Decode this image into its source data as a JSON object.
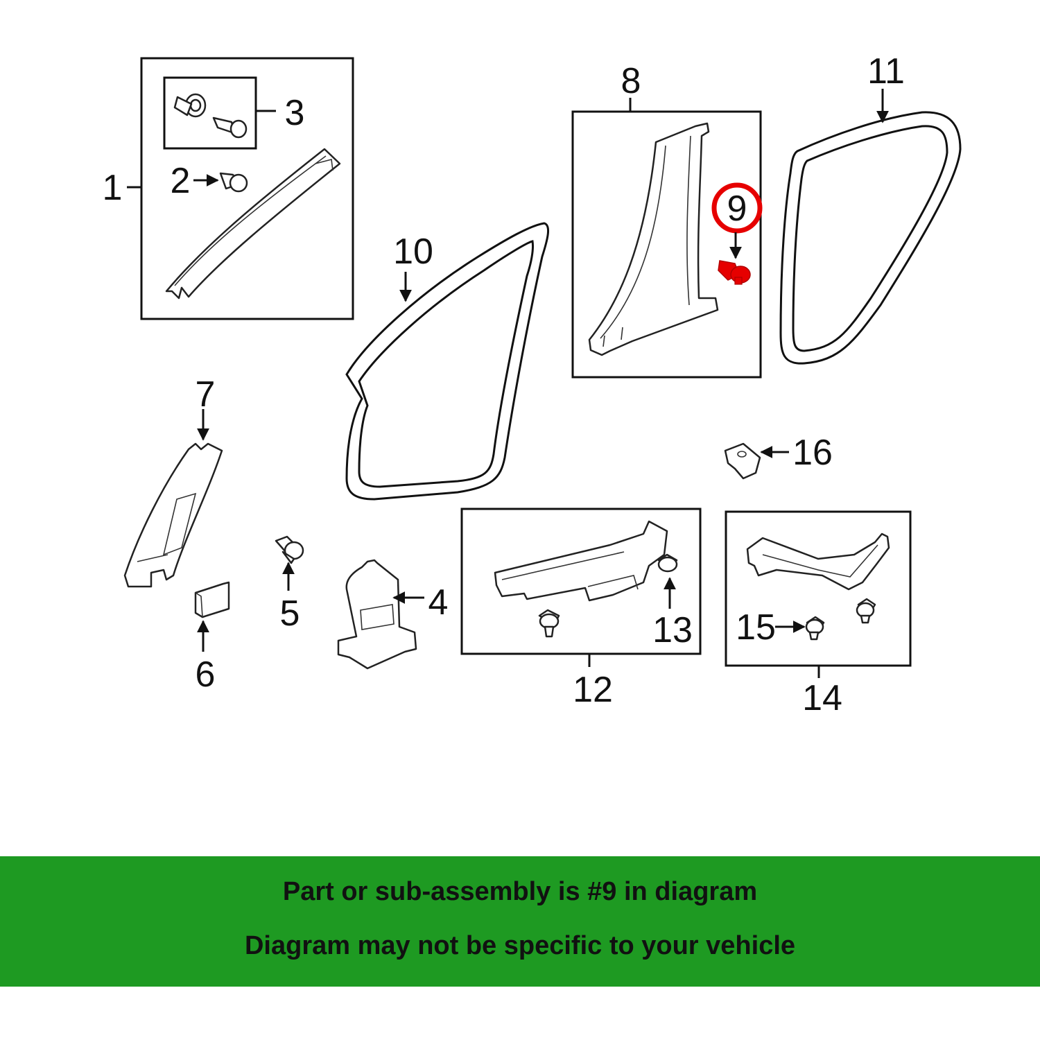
{
  "diagram": {
    "callouts": [
      {
        "id": "1",
        "label": "1"
      },
      {
        "id": "2",
        "label": "2"
      },
      {
        "id": "3",
        "label": "3"
      },
      {
        "id": "4",
        "label": "4"
      },
      {
        "id": "5",
        "label": "5"
      },
      {
        "id": "6",
        "label": "6"
      },
      {
        "id": "7",
        "label": "7"
      },
      {
        "id": "8",
        "label": "8"
      },
      {
        "id": "9",
        "label": "9"
      },
      {
        "id": "10",
        "label": "10"
      },
      {
        "id": "11",
        "label": "11"
      },
      {
        "id": "12",
        "label": "12"
      },
      {
        "id": "13",
        "label": "13"
      },
      {
        "id": "14",
        "label": "14"
      },
      {
        "id": "15",
        "label": "15"
      },
      {
        "id": "16",
        "label": "16"
      }
    ],
    "highlighted_part": "9",
    "highlight_color": "#e60000"
  },
  "banner": {
    "line1": "Part or sub-assembly is #9 in diagram",
    "line2": "Diagram may not be specific to your vehicle",
    "background": "#1e9a22"
  }
}
